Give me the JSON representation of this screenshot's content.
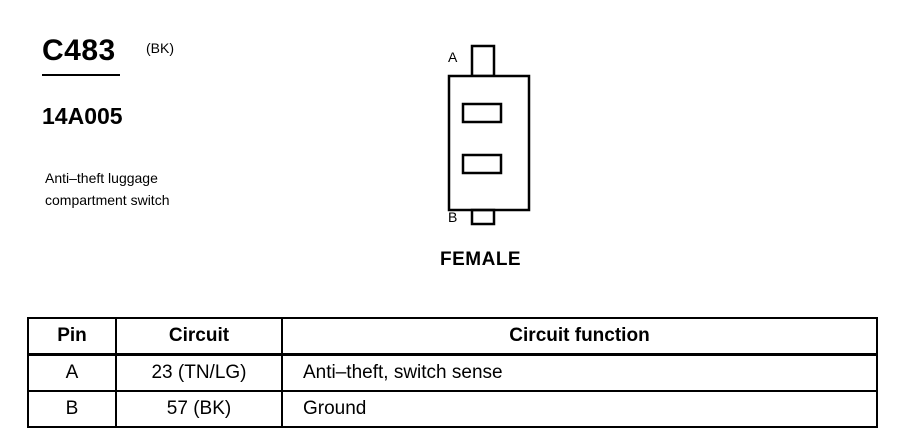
{
  "connector": {
    "id": "C483",
    "color": "(BK)",
    "part_number": "14A005",
    "description_line1": "Anti–theft luggage",
    "description_line2": "compartment switch",
    "pin_a_label": "A",
    "pin_b_label": "B",
    "gender": "FEMALE"
  },
  "table": {
    "headers": [
      "Pin",
      "Circuit",
      "Circuit function"
    ],
    "rows": [
      [
        "A",
        "23 (TN/LG)",
        "Anti–theft, switch sense"
      ],
      [
        "B",
        "57 (BK)",
        "Ground"
      ]
    ]
  }
}
